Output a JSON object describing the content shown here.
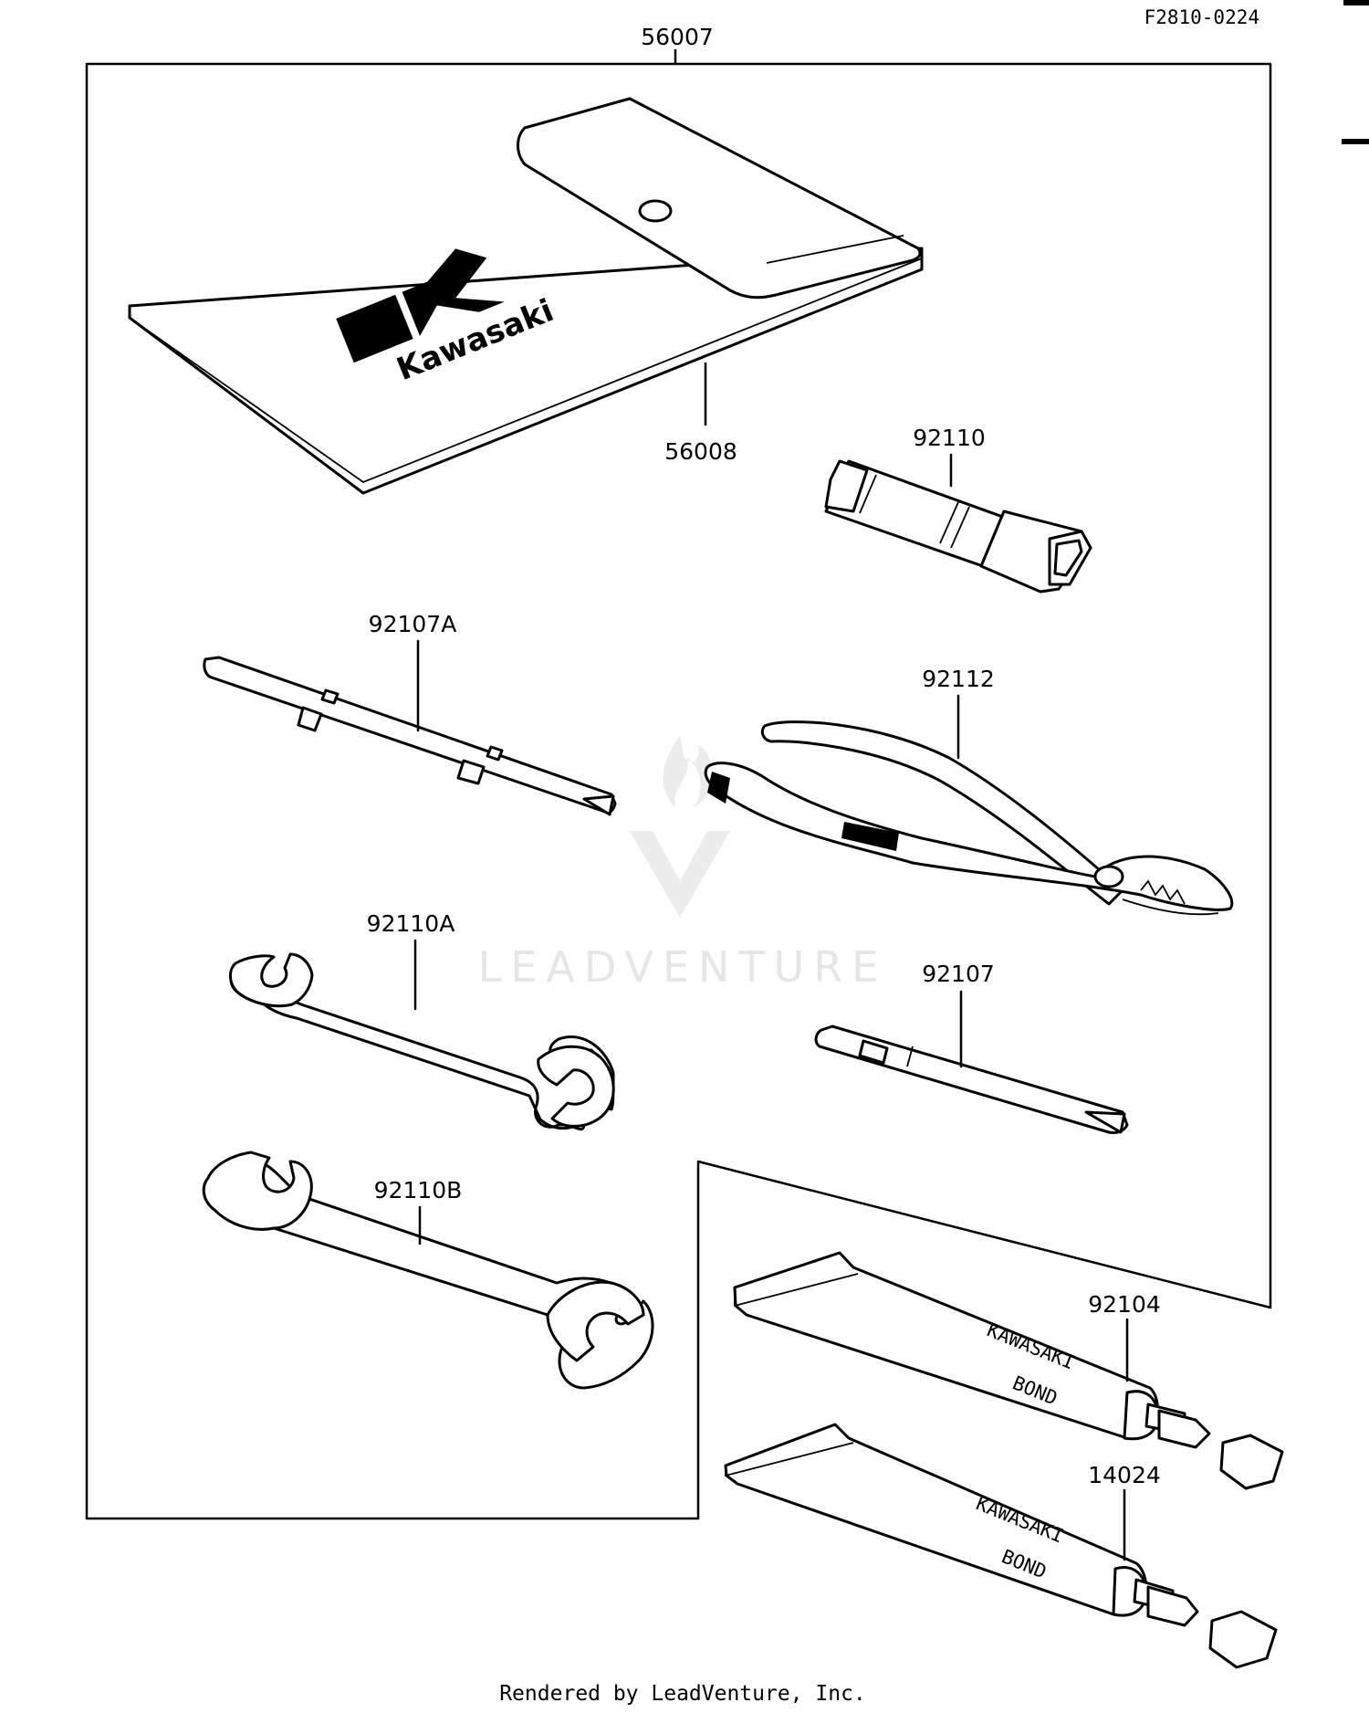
{
  "diagram": {
    "ref_code": "F2810-0224",
    "footer": "Rendered by LeadVenture, Inc.",
    "watermark": "LEADVENTURE",
    "logo_text": "Kawasaki",
    "tube_text_line1": "KAWASAKI",
    "tube_text_line2": "BOND",
    "parts": [
      {
        "number": "56007",
        "name": "tool-kit"
      },
      {
        "number": "56008",
        "name": "tool-pouch"
      },
      {
        "number": "92110",
        "name": "spark-plug-wrench"
      },
      {
        "number": "92107A",
        "name": "screwdriver-handle"
      },
      {
        "number": "92112",
        "name": "pliers"
      },
      {
        "number": "92110A",
        "name": "open-end-wrench-small"
      },
      {
        "number": "92107",
        "name": "screwdriver-bit"
      },
      {
        "number": "92110B",
        "name": "open-end-wrench-large"
      },
      {
        "number": "92104",
        "name": "kawasaki-bond-tube-upper"
      },
      {
        "number": "14024",
        "name": "kawasaki-bond-tube-lower"
      }
    ]
  }
}
